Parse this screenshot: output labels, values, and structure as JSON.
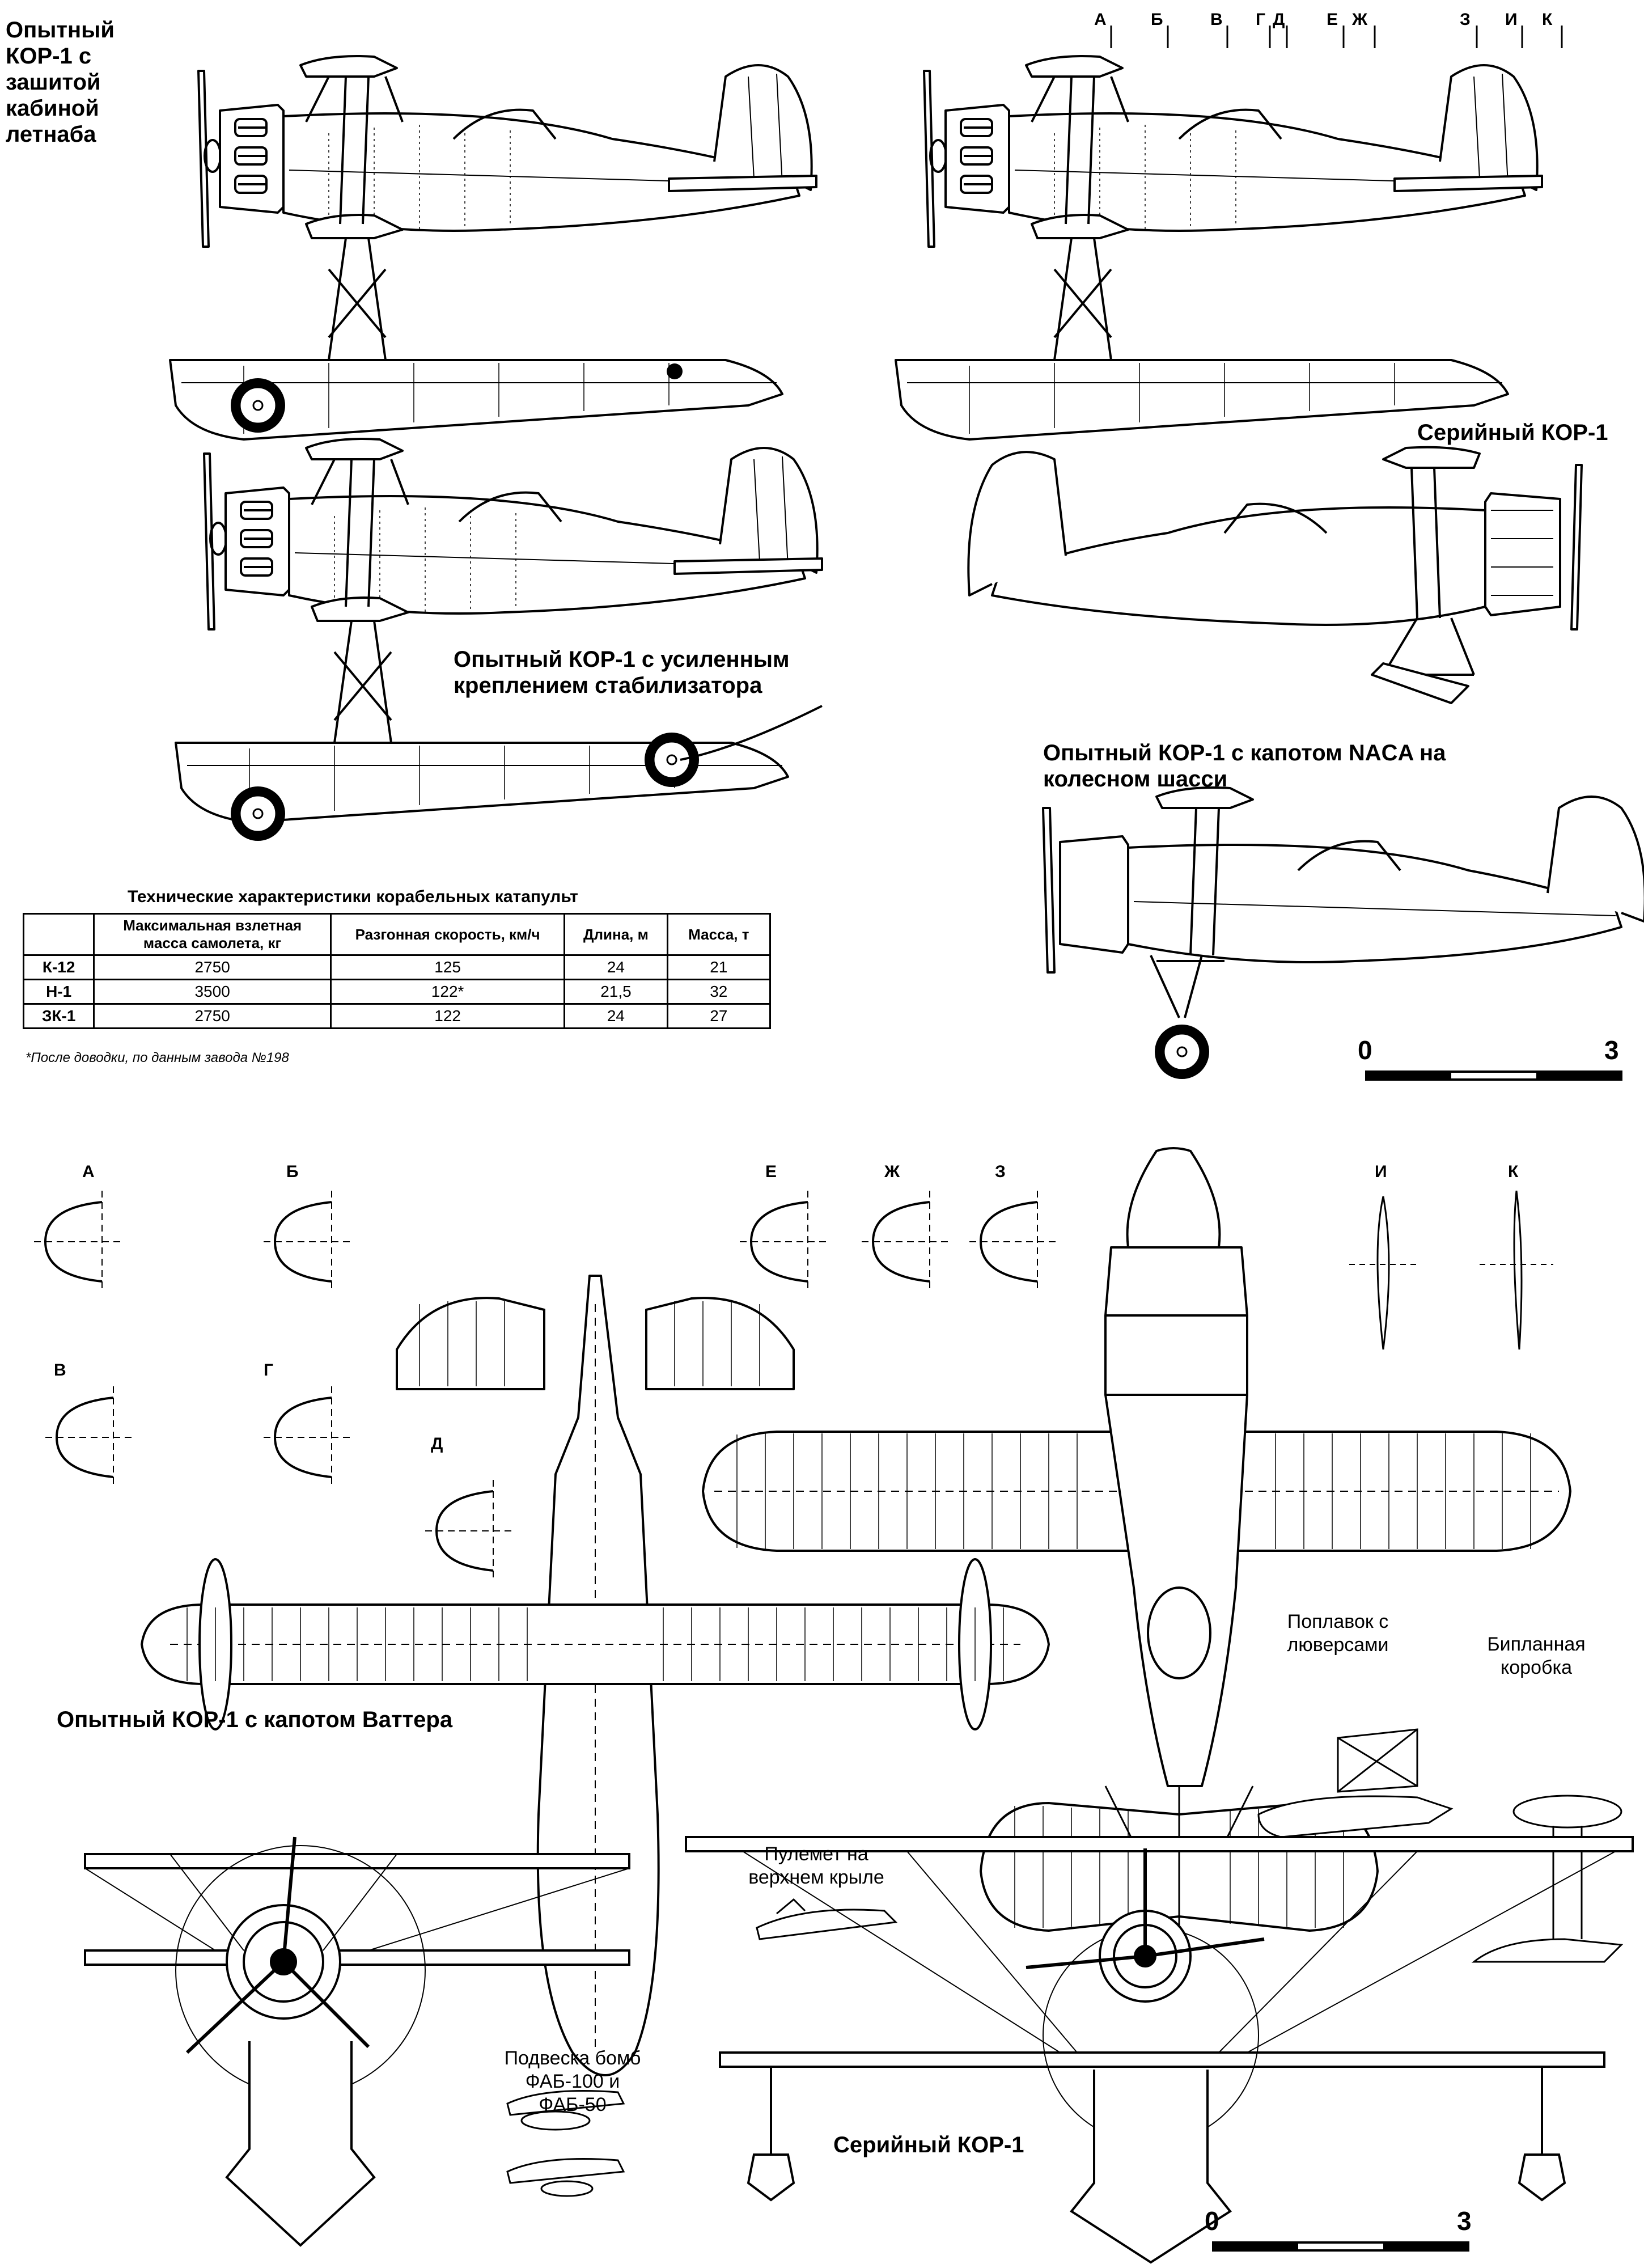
{
  "views": {
    "prototype_cabin": "Опытный КОР-1 с зашитой кабиной летнаба",
    "serial_top": "Серийный КОР-1",
    "prototype_stabilizer": "Опытный КОР-1 с усиленным креплением стабилизатора",
    "prototype_naca": "Опытный КОР-1 с капотом NACA на колесном шасси",
    "prototype_watter": "Опытный КОР-1 с капотом Ваттера",
    "serial_front": "Серийный КОР-1"
  },
  "section_marks": [
    "А",
    "Б",
    "В",
    "Г",
    "Д",
    "Е",
    "Ж",
    "З",
    "И",
    "К"
  ],
  "callouts": {
    "float_louvers": "Поплавок с люверсами",
    "biplane_box": "Бипланная коробка",
    "mg_upper_wing": "Пулемет на верхнем крыле",
    "bomb_mount": "Подвеска бомб ФАБ-100 и ФАБ-50"
  },
  "scale": {
    "zero": "0",
    "three": "3"
  },
  "table": {
    "title": "Технические характеристики корабельных катапульт",
    "headers": [
      "",
      "Максимальная взлетная масса самолета, кг",
      "Разгонная скорость, км/ч",
      "Длина, м",
      "Масса, т"
    ],
    "rows": [
      [
        "К-12",
        "2750",
        "125",
        "24",
        "21"
      ],
      [
        "Н-1",
        "3500",
        "122*",
        "21,5",
        "32"
      ],
      [
        "ЗК-1",
        "2750",
        "122",
        "24",
        "27"
      ]
    ],
    "footnote": "*После доводки, по данным завода №198"
  }
}
